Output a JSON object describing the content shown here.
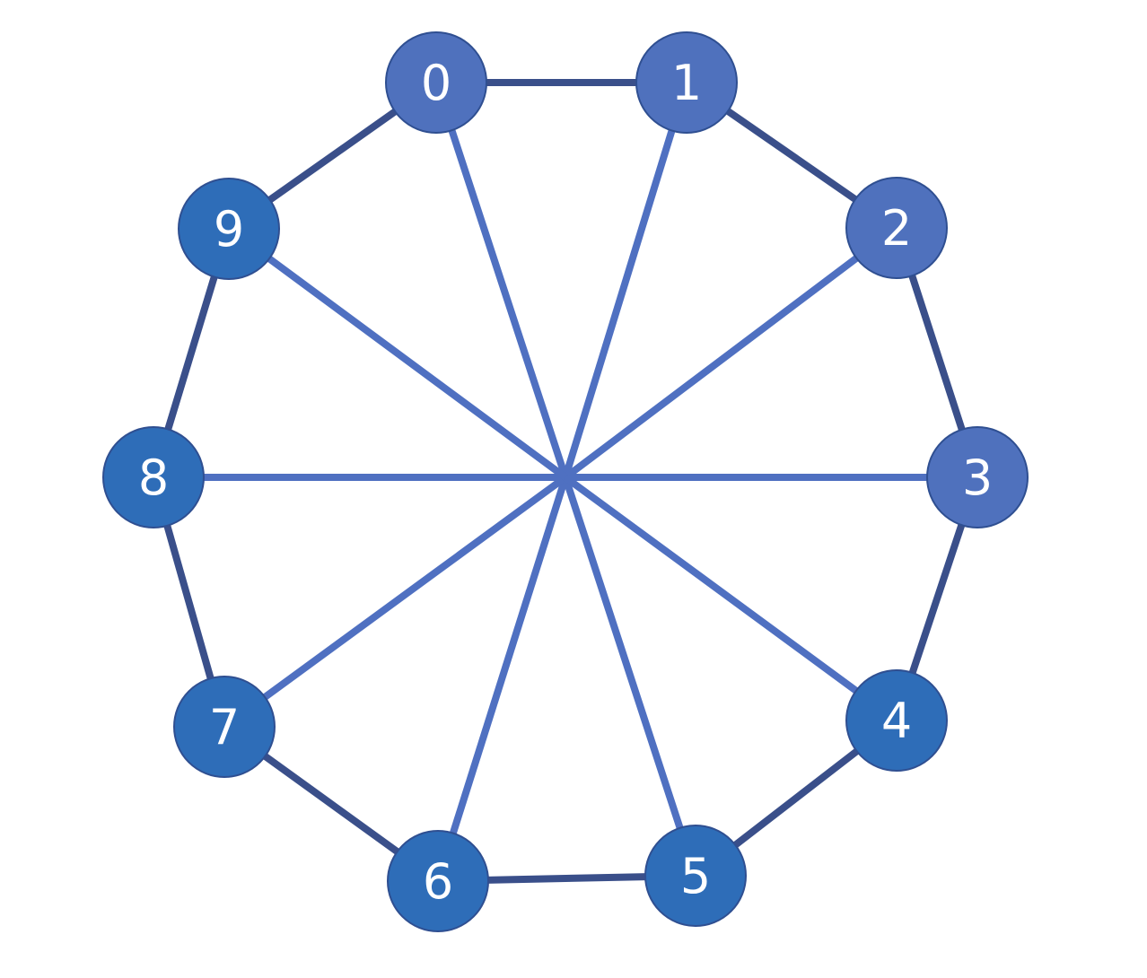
{
  "colors": {
    "background": "#ffffff",
    "outer_edge": "#3a4f8a",
    "spoke_edge": "#4f70c1",
    "node_fill_light": "#4f71bd",
    "node_fill_dark": "#2e6db8",
    "node_stroke": "#2f4f91",
    "label": "#ffffff"
  },
  "nodes": [
    {
      "id": "0",
      "label": "0",
      "tone": "light"
    },
    {
      "id": "1",
      "label": "1",
      "tone": "light"
    },
    {
      "id": "2",
      "label": "2",
      "tone": "light"
    },
    {
      "id": "3",
      "label": "3",
      "tone": "light"
    },
    {
      "id": "4",
      "label": "4",
      "tone": "dark"
    },
    {
      "id": "5",
      "label": "5",
      "tone": "dark"
    },
    {
      "id": "6",
      "label": "6",
      "tone": "dark"
    },
    {
      "id": "7",
      "label": "7",
      "tone": "dark"
    },
    {
      "id": "8",
      "label": "8",
      "tone": "dark"
    },
    {
      "id": "9",
      "label": "9",
      "tone": "dark"
    }
  ],
  "edges": {
    "cycle": [
      [
        "0",
        "1"
      ],
      [
        "1",
        "2"
      ],
      [
        "2",
        "3"
      ],
      [
        "3",
        "4"
      ],
      [
        "4",
        "5"
      ],
      [
        "5",
        "6"
      ],
      [
        "6",
        "7"
      ],
      [
        "7",
        "8"
      ],
      [
        "8",
        "9"
      ],
      [
        "9",
        "0"
      ]
    ],
    "spokes": [
      [
        "0",
        "5"
      ],
      [
        "1",
        "6"
      ],
      [
        "2",
        "7"
      ],
      [
        "3",
        "8"
      ],
      [
        "4",
        "9"
      ]
    ]
  }
}
